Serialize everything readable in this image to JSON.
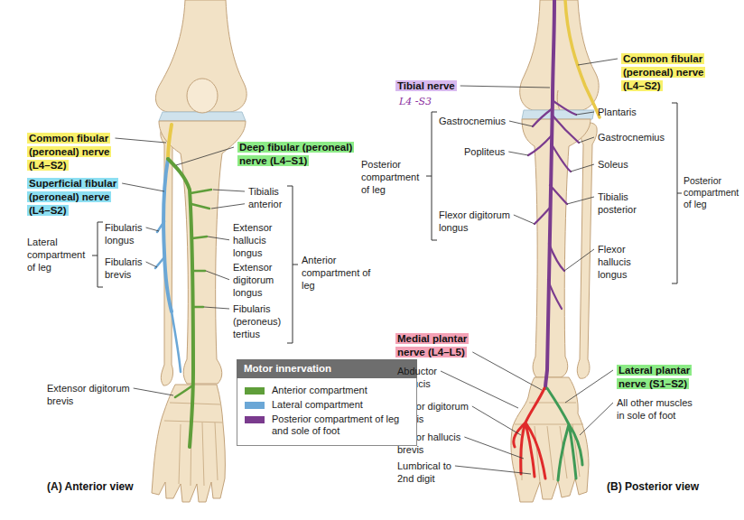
{
  "diagram": {
    "nodes": [
      {
        "text": [
          "Common fibular (peroneal) nerve (L4–S2)"
        ]
      },
      {
        "text": [
          "Deep fibular (peroneal) nerve (L4–S1)"
        ]
      },
      {
        "text": [
          "Superficial fibular (peroneal) nerve (L4–S2)"
        ]
      },
      {
        "text": [
          "Motor innervation"
        ]
      },
      {
        "text": [
          "Common fibular (peroneal) nerve (L4–S2)"
        ]
      },
      {
        "text": [
          "Tibial nerve"
        ]
      },
      {
        "text": [
          "Medial plantar nerve (L4–L5)"
        ]
      },
      {
        "text": [
          "Lateral plantar nerve (S1–S2)"
        ]
      }
    ],
    "labels": [
      "Tibialis anterior",
      "Extensor hallucis longus",
      "Extensor digitorum longus",
      "Fibularis (peroneus) tertius",
      "Anterior compartment of leg",
      "Fibularis longus",
      "Lateral compartment of leg",
      "Fibularis brevis",
      "Extensor digitorum brevis",
      "(A) Anterior view",
      "L4 -S3",
      "Gastrocnemius",
      "Popliteus",
      "Flexor digitorum longus",
      "Posterior compartment of leg",
      "Plantaris",
      "Gastrocnemius",
      "Soleus",
      "Tibialis posterior",
      "Flexor hallucis longus",
      "Posterior compartment of leg",
      "Abductor hallucis",
      "All other muscles in sole of foot",
      "Flexor digitorum brevis",
      "Flexor hallucis brevis",
      "Lumbrical to 2nd digit",
      "(B) Posterior view"
    ],
    "legend": [
      {
        "text": "Anterior compartment",
        "color": "#5f9e3a"
      },
      {
        "text": "Lateral compartment",
        "color": "#6ba7d6"
      },
      {
        "text": "Posterior compartment of leg and sole of foot",
        "color": "#7a3b8e"
      }
    ]
  }
}
